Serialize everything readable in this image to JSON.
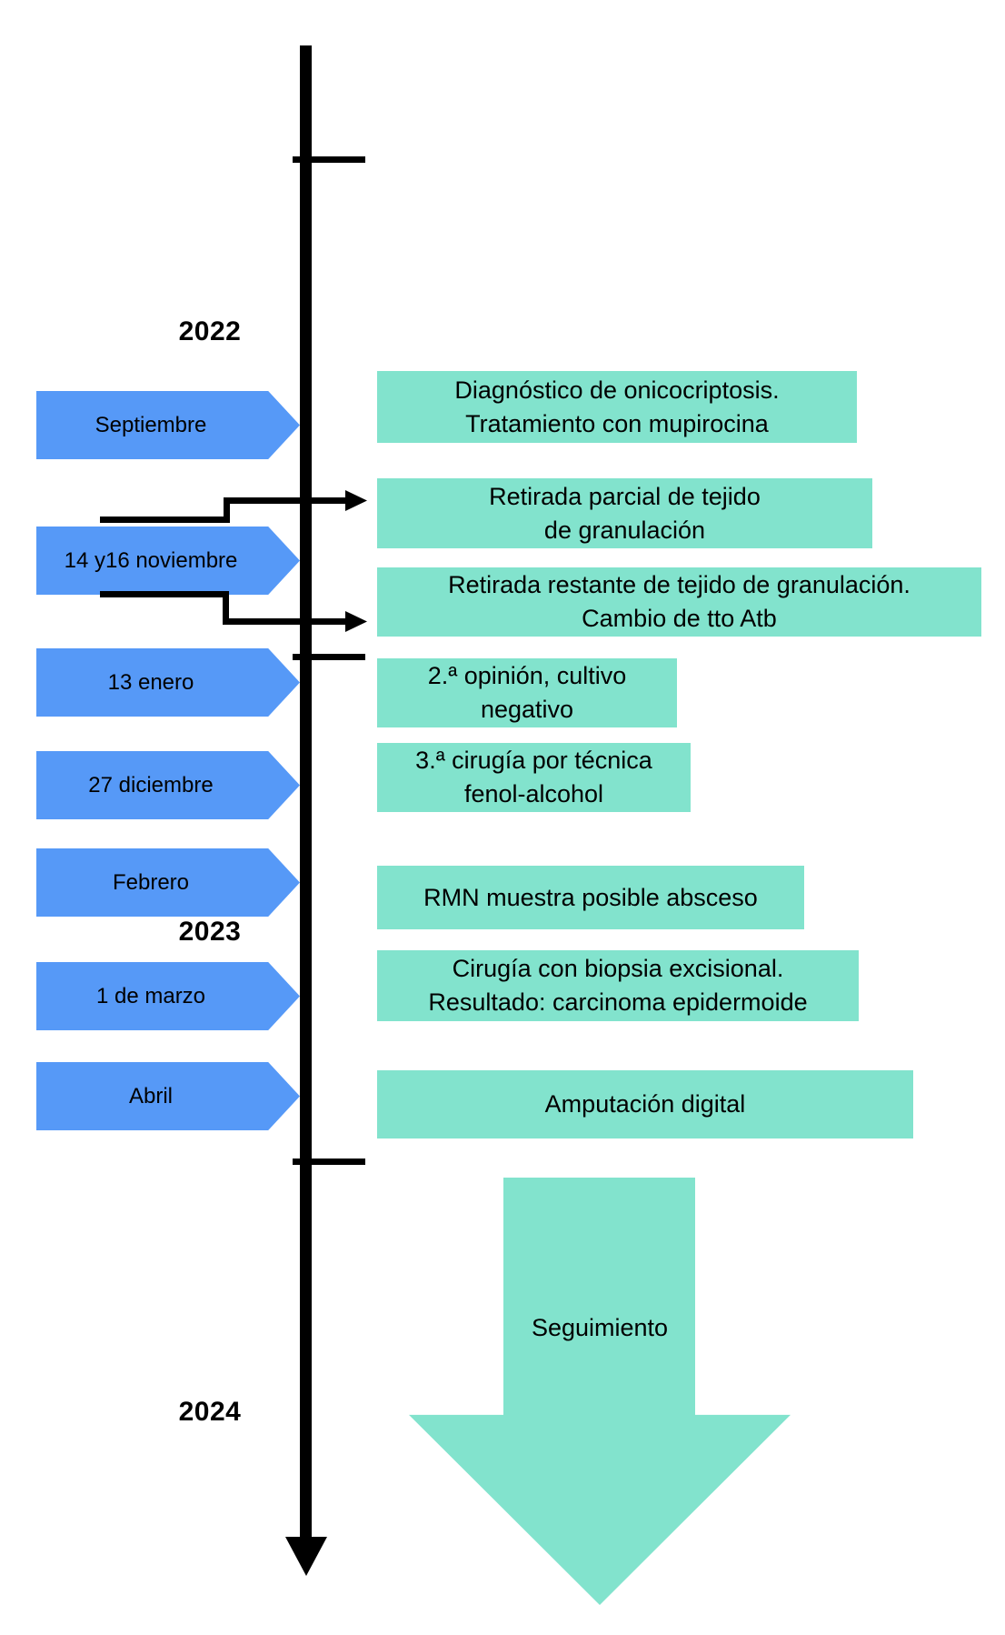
{
  "palette": {
    "arrow_blue": "#5699F7",
    "box_teal": "#82E3CD",
    "line_black": "#000000",
    "background": "#FFFFFF"
  },
  "years": [
    {
      "label": "2022"
    },
    {
      "label": "2023"
    },
    {
      "label": "2024"
    }
  ],
  "dates": [
    {
      "label": "Septiembre"
    },
    {
      "label": "14 y16 noviembre"
    },
    {
      "label": "13 enero"
    },
    {
      "label": "27 diciembre"
    },
    {
      "label": "Febrero"
    },
    {
      "label": "1 de marzo"
    },
    {
      "label": "Abril"
    }
  ],
  "events": [
    {
      "text": "Diagnóstico de onicocriptosis.\nTratamiento con mupirocina"
    },
    {
      "text": "Retirada parcial de tejido\nde granulación"
    },
    {
      "text": "Retirada restante de tejido de granulación.\nCambio de tto Atb"
    },
    {
      "text": "2.ª opinión, cultivo\nnegativo"
    },
    {
      "text": "3.ª cirugía por técnica\nfenol-alcohol"
    },
    {
      "text": "RMN muestra posible absceso"
    },
    {
      "text": "Cirugía con biopsia excisional.\nResultado: carcinoma epidermoide"
    },
    {
      "text": "Amputación digital"
    }
  ],
  "followup": {
    "label": "Seguimiento"
  }
}
